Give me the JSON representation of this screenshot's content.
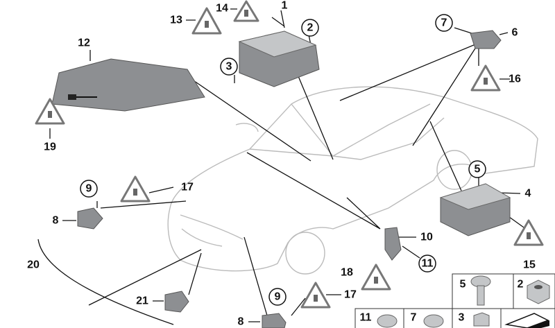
{
  "diagram": {
    "callouts": {
      "c1": "1",
      "c2": "2",
      "c3": "3",
      "c4": "4",
      "c5": "5",
      "c6": "6",
      "c7": "7",
      "c8a": "8",
      "c8b": "8",
      "c9a": "9",
      "c9b": "9",
      "c10": "10",
      "c11": "11",
      "c12": "12",
      "c13": "13",
      "c14": "14",
      "c15": "15",
      "c16": "16",
      "c17a": "17",
      "c17b": "17",
      "c18": "18",
      "c19": "19",
      "c20": "20",
      "c21": "21"
    },
    "hardware_table": {
      "cells": [
        "5",
        "2",
        "11",
        "7",
        "3"
      ]
    },
    "icons": [
      "warning-plug-triangle",
      "control-unit",
      "sensor",
      "bolt",
      "nut",
      "car-outline"
    ],
    "colors": {
      "part": "#8d8f92",
      "triangle": "#777777",
      "car_outline": "#bbbbbb"
    }
  }
}
